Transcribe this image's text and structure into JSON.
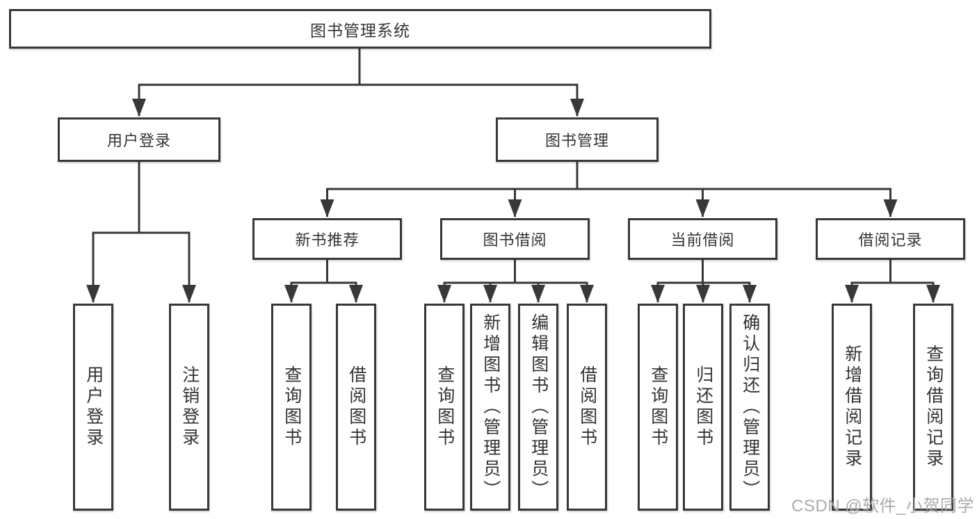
{
  "root": {
    "label": "图书管理系统"
  },
  "user_branch": {
    "label": "用户登录",
    "leaves": [
      {
        "label": "用户登录"
      },
      {
        "label": "注销登录"
      }
    ]
  },
  "book_branch": {
    "label": "图书管理",
    "groups": [
      {
        "label": "新书推荐",
        "leaves": [
          {
            "label": "查询图书"
          },
          {
            "label": "借阅图书"
          }
        ]
      },
      {
        "label": "图书借阅",
        "leaves": [
          {
            "label": "查询图书"
          },
          {
            "label": "新增图书（管理员）"
          },
          {
            "label": "编辑图书（管理员）"
          },
          {
            "label": "借阅图书"
          }
        ]
      },
      {
        "label": "当前借阅",
        "leaves": [
          {
            "label": "查询图书"
          },
          {
            "label": "归还图书"
          },
          {
            "label": "确认归还（管理员）"
          }
        ]
      },
      {
        "label": "借阅记录",
        "leaves": [
          {
            "label": "新增借阅记录"
          },
          {
            "label": "查询借阅记录"
          }
        ]
      }
    ]
  },
  "watermark": "CSDN @软件_小贺同学",
  "colors": {
    "line": "#383838",
    "text": "#333333",
    "box_bg": "#ffffff",
    "background": "#ffffff",
    "watermark": "#ababab"
  }
}
